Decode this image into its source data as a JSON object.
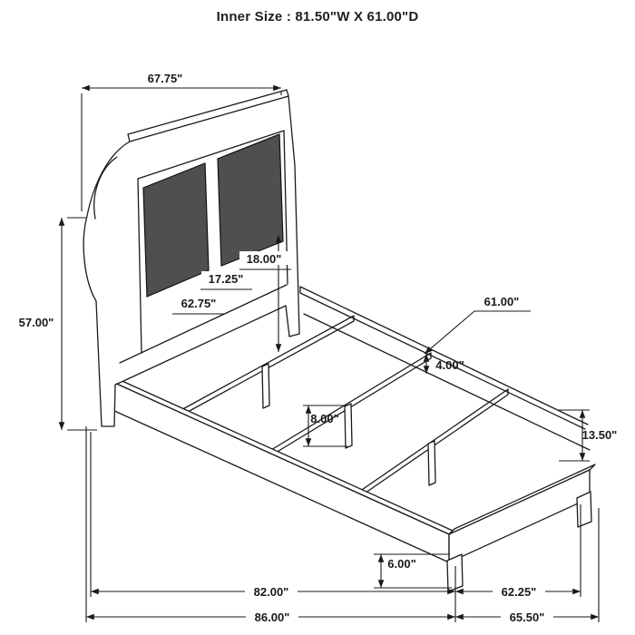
{
  "title": "Inner Size : 81.50\"W X 61.00\"D",
  "diagram": {
    "kind": "furniture-dimension-line-drawing",
    "subject": "sleigh bed with upholstered two-panel headboard, side rails, three supported slats and footboard",
    "colors": {
      "line": "#1a1a1a",
      "panel_fill": "#4f4f4f",
      "background": "#ffffff",
      "text": "#1f1f1f"
    }
  },
  "dims": {
    "hb_width": "67.75\"",
    "hb_height": "57.00\"",
    "panel_h": "18.00\"",
    "mid_h": "17.25\"",
    "inner_w": "62.75\"",
    "inner_d": "61.00\"",
    "rail_lip": "4.00\"",
    "slat_leg_h": "8.00\"",
    "foot_h": "13.50\"",
    "foot_leg_h": "6.00\"",
    "inner_l": "82.00\"",
    "overall_l": "86.00\"",
    "foot_inner_w": "62.25\"",
    "foot_overall_w": "65.50\""
  }
}
